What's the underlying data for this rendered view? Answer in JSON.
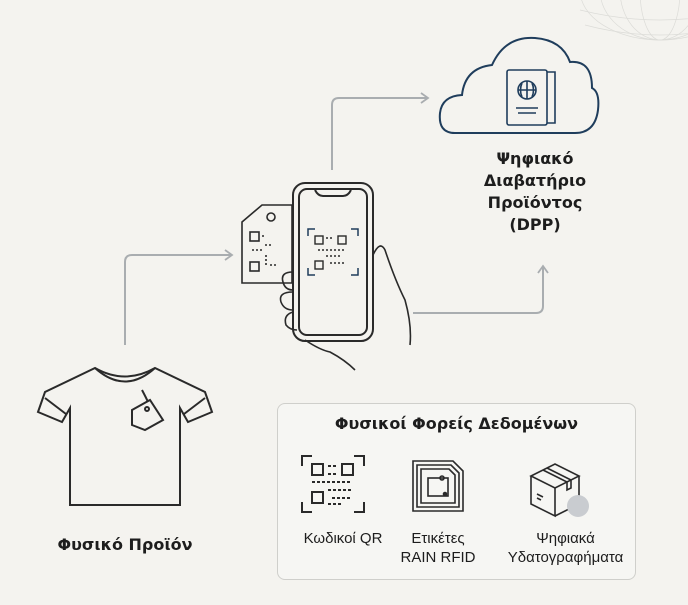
{
  "cloud": {
    "title_lines": [
      "Ψηφιακό",
      "Διαβατήριο",
      "Προϊόντος",
      "(DPP)"
    ]
  },
  "product": {
    "label": "Φυσικό Προϊόν"
  },
  "carriers": {
    "title": "Φυσικοί Φορείς Δεδομένων",
    "items": [
      {
        "icon": "qr-code-icon",
        "lines": [
          "Κωδικοί QR"
        ]
      },
      {
        "icon": "rfid-tag-icon",
        "lines": [
          "Ετικέτες",
          "RAIN RFID"
        ]
      },
      {
        "icon": "package-fingerprint-icon",
        "lines": [
          "Ψηφιακά",
          "Υδατογραφήματα"
        ]
      }
    ]
  },
  "colors": {
    "accent": "#1f3d5c",
    "arrow": "#a9adb0",
    "line": "#2a2a2a"
  }
}
